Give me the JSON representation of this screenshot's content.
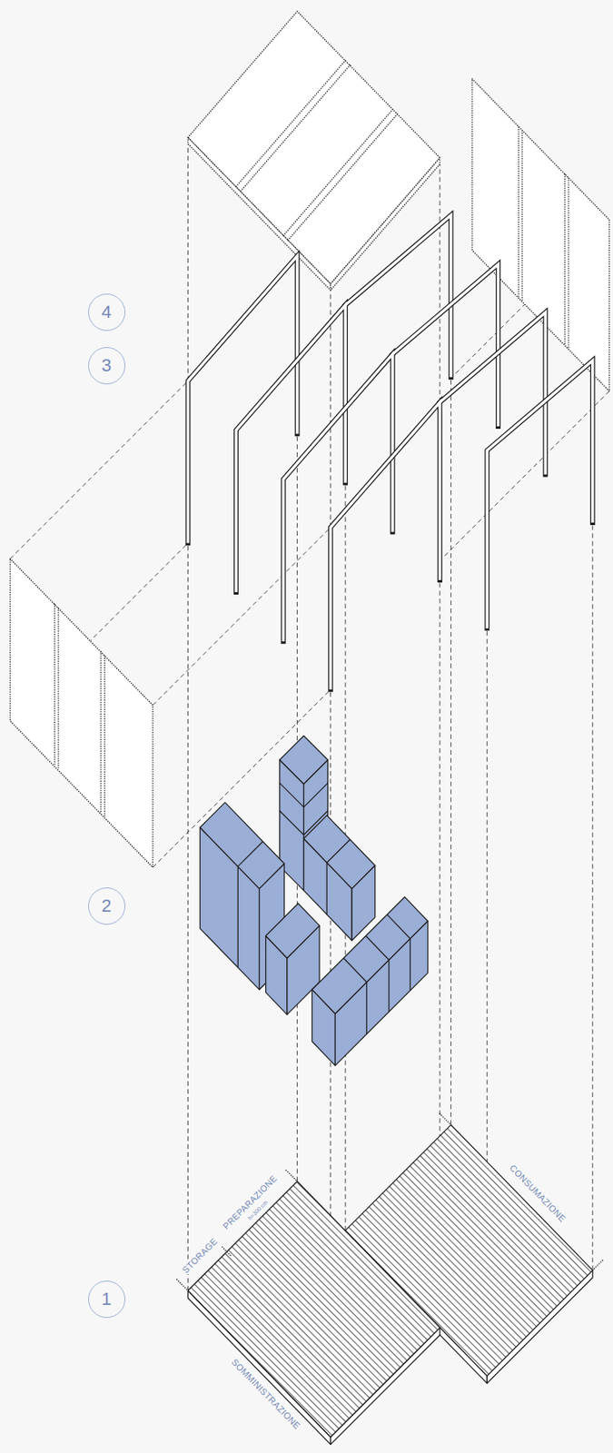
{
  "diagram": {
    "labels": [
      "4",
      "3",
      "2",
      "1",
      "STORAGE",
      "PREPARAZIONE",
      "h=300 cm",
      "CONSUMAZIONE",
      "SOMMINISTRAZIONE"
    ]
  }
}
